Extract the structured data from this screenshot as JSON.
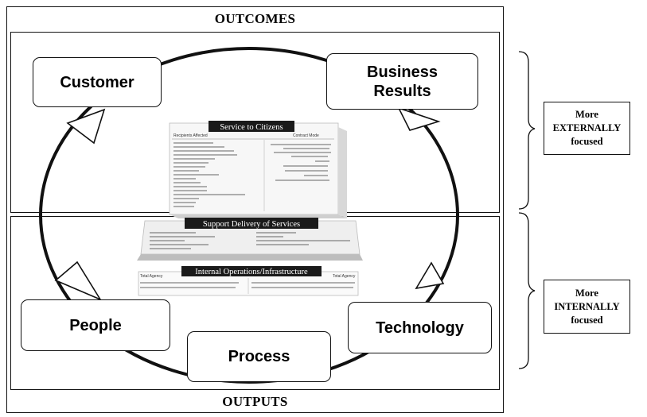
{
  "top_label": "OUTCOMES",
  "bottom_label": "OUTPUTS",
  "nodes": {
    "customer": "Customer",
    "business_results": "Business Results",
    "people": "People",
    "process": "Process",
    "technology": "Technology"
  },
  "focus_boxes": [
    {
      "line1": "More",
      "line2": "EXTERNALLY",
      "line3": "focused"
    },
    {
      "line1": "More",
      "line2": "INTERNALLY",
      "line3": "focused"
    }
  ],
  "bra": {
    "panel1_title": "Service to Citizens",
    "panel2_title": "Support Delivery of Services",
    "panel3_title": "Internal Operations/Infrastructure",
    "col_left": "Recipients Affected",
    "col_right": "Contract Mode",
    "tier3_left": "Total Agency",
    "tier3_right": "Total Agency"
  }
}
